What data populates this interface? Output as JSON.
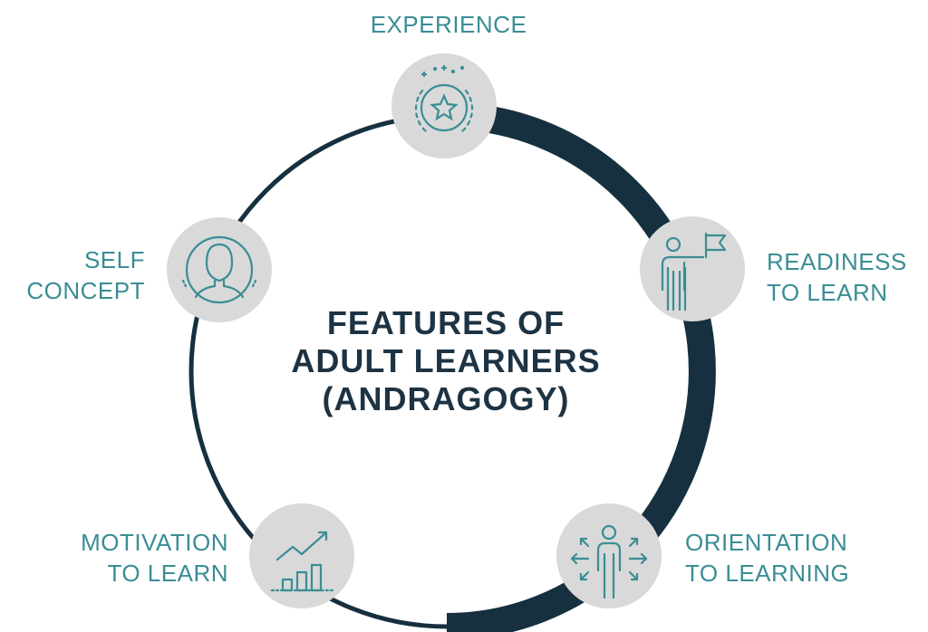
{
  "title": {
    "line1": "FEATURES OF",
    "line2": "ADULT LEARNERS",
    "line3": "(ANDRAGOGY)"
  },
  "features": [
    {
      "key": "experience",
      "lines": [
        "EXPERIENCE"
      ],
      "icon": "star-badge-icon"
    },
    {
      "key": "readiness",
      "lines": [
        "READINESS",
        "TO LEARN"
      ],
      "icon": "person-flag-icon"
    },
    {
      "key": "orientation",
      "lines": [
        "ORIENTATION",
        "TO LEARNING"
      ],
      "icon": "person-arrows-icon"
    },
    {
      "key": "motivation",
      "lines": [
        "MOTIVATION",
        "TO LEARN"
      ],
      "icon": "growth-chart-icon"
    },
    {
      "key": "self_concept",
      "lines": [
        "SELF",
        "CONCEPT"
      ],
      "icon": "person-profile-icon"
    }
  ],
  "colors": {
    "ring": "#16303f",
    "icon_stroke": "#3a8d95",
    "icon_bg": "#d9d9d9",
    "label": "#3a8d95",
    "title": "#1d3343"
  }
}
